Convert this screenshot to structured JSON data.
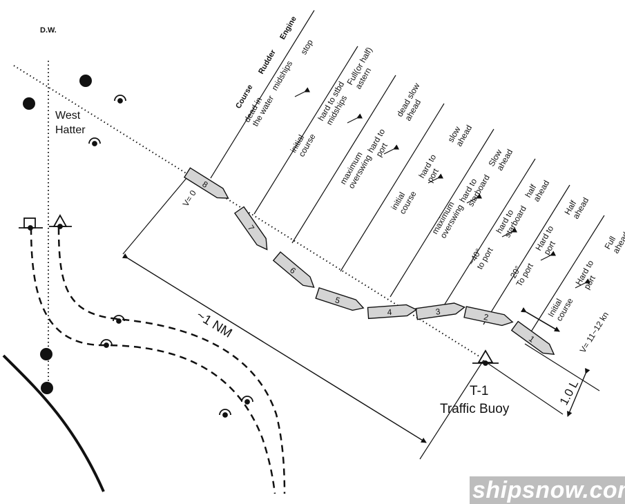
{
  "labels": {
    "dw": "D.W.",
    "west": "West",
    "hatter": "Hatter",
    "v_start": "V= 0",
    "v_end": "V= 11~12 kn",
    "distance": "~1 NM",
    "buoy_name": "T-1",
    "buoy_desc": "Traffic Buoy",
    "length": "1.0 L"
  },
  "headers": [
    "Course",
    "Rudder",
    "Engine"
  ],
  "columns": [
    {
      "course": [
        "dead in",
        "the water"
      ],
      "rudder": "midships",
      "engine": "stop"
    },
    {
      "course": [
        "initial",
        "course"
      ],
      "rudder": "hard to stbd",
      "rudder2": "midships",
      "engine": "Full(or half)",
      "engine2": "astern"
    },
    {
      "course": [
        "maximum",
        "overswing"
      ],
      "rudder": "hard to",
      "rudder2": "port",
      "engine": "dead slow",
      "engine2": "ahead"
    },
    {
      "course": [
        "initial",
        "course"
      ],
      "rudder": "hard to",
      "rudder2": "port",
      "engine": "slow",
      "engine2": "ahead"
    },
    {
      "course": [
        "maximum",
        "overswing"
      ],
      "rudder": "hard to",
      "rudder2": "starboard",
      "engine": "Slow",
      "engine2": "ahead"
    },
    {
      "course": [
        "~40°",
        "to port"
      ],
      "rudder": "hard to",
      "rudder2": "starboard",
      "engine": "half",
      "engine2": "ahead"
    },
    {
      "course": [
        "~20°",
        "To port"
      ],
      "rudder": "Hard to",
      "rudder2": "port",
      "engine": "Half",
      "engine2": "ahead"
    },
    {
      "course": [
        "Initial",
        "course"
      ],
      "rudder": "Hard to",
      "rudder2": "port",
      "engine": "Full",
      "engine2": "ahead"
    }
  ],
  "ships": [
    "1",
    "2",
    "3",
    "4",
    "5",
    "6",
    "7",
    "8"
  ],
  "watermark": "shipsnow.com"
}
